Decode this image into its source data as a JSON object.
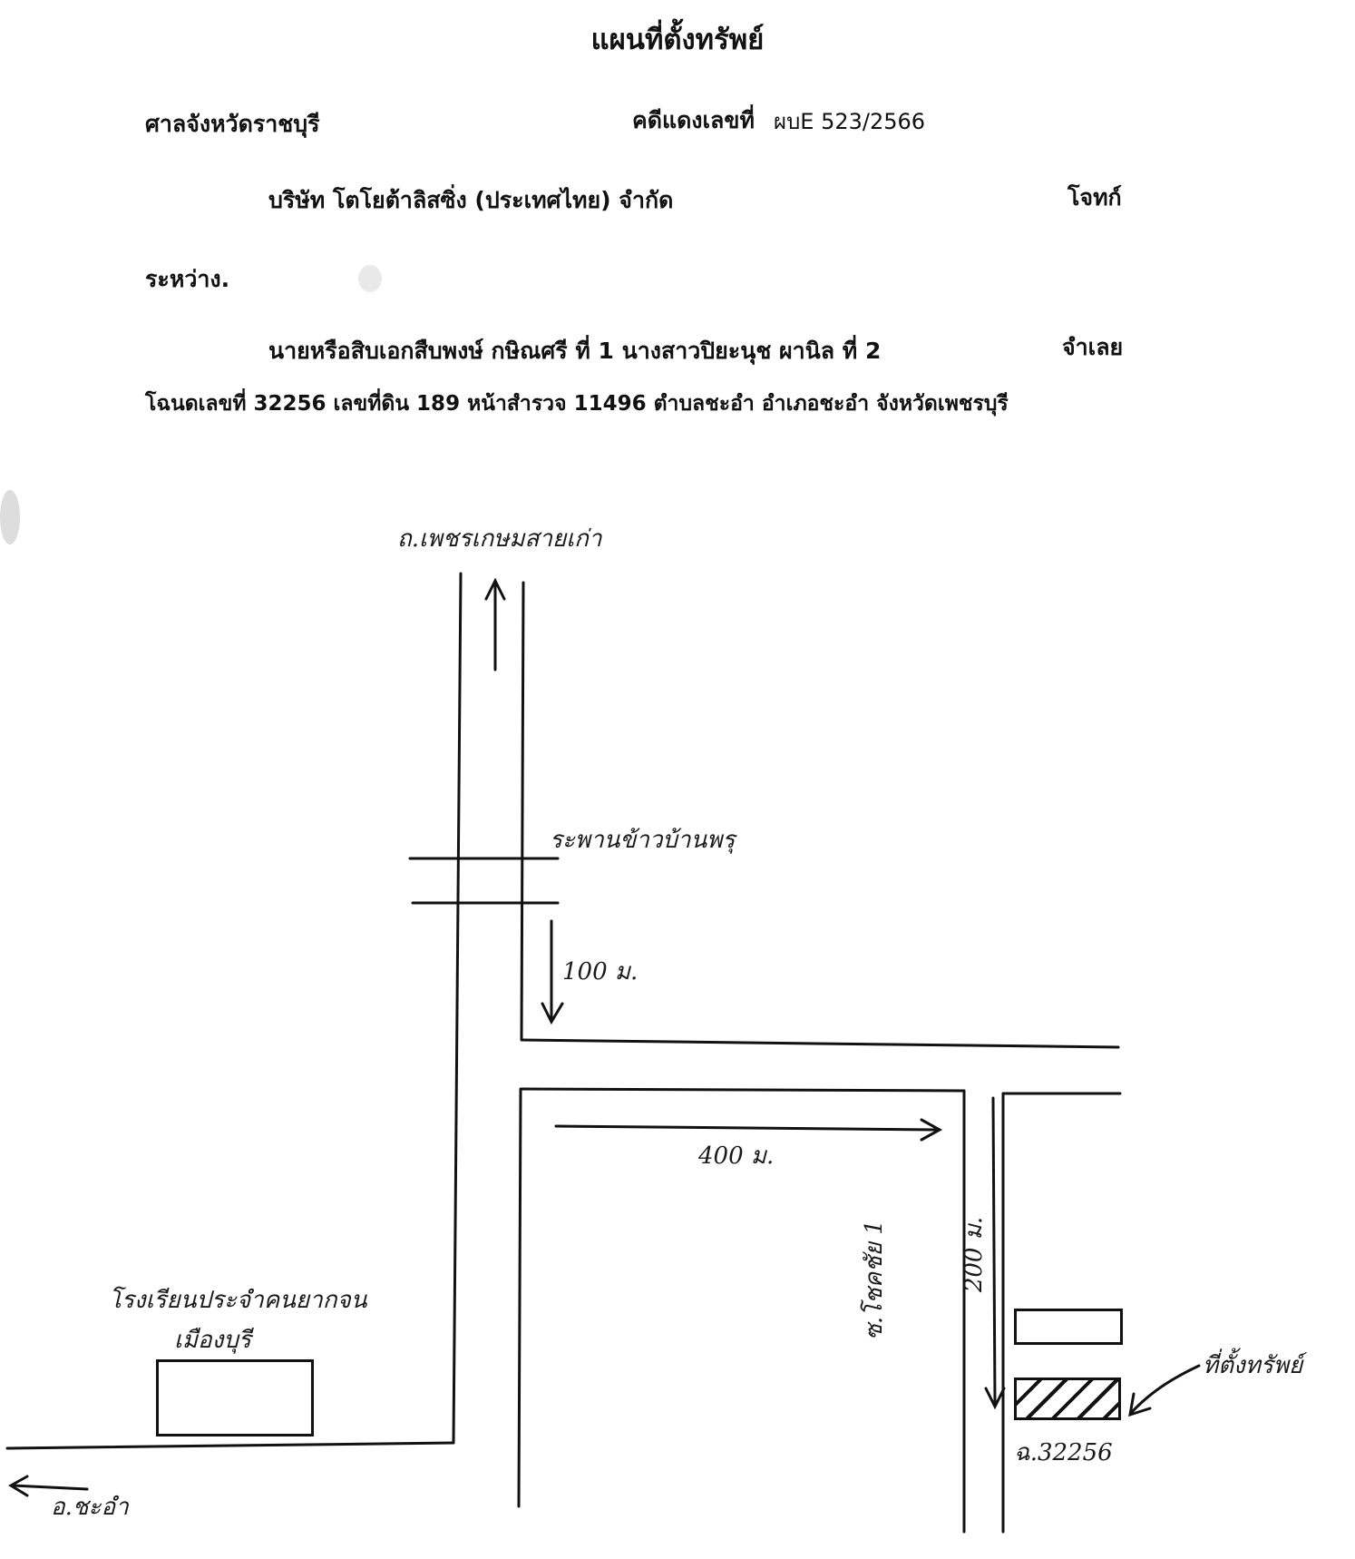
{
  "document": {
    "title": "แผนที่ตั้งทรัพย์",
    "court": "ศาลจังหวัดราชบุรี",
    "case_label": "คดีแดงเลขที่",
    "case_no": "ผบE 523/2566",
    "plaintiff_name": "บริษัท โตโยต้าลิสซิ่ง (ประเทศไทย) จำกัด",
    "plaintiff_role": "โจทก์",
    "between": "ระหว่าง.",
    "defendants": "นายหรือสิบเอกสืบพงษ์ กษิณศรี ที่ 1  นางสาวปิยะนุช  ผานิล  ที่ 2",
    "defendant_role": "จำเลย",
    "deed_line": "โฉนดเลขที่ 32256 เลขที่ดิน  189  หน้าสำรวจ  11496 ตำบลชะอำ  อำเภอชะอำ  จังหวัดเพชรบุรี"
  },
  "map": {
    "road_top": "ถ.เพชรเกษมสายเก่า",
    "bridge": "ระพานข้าวบ้านพรุ",
    "dist_100": "100 ม.",
    "dist_400": "400 ม.",
    "dist_200": "200 ม.",
    "soi": "ซ.โชคชัย 1",
    "hospital_line1": "โรงเรียนประจำคนยากจน",
    "hospital_line2": "เมืองบุรี",
    "to_chaam": "อ.ชะอำ",
    "property_label": "ที่ตั้งทรัพย์",
    "deed_marker": "ฉ.32256"
  }
}
